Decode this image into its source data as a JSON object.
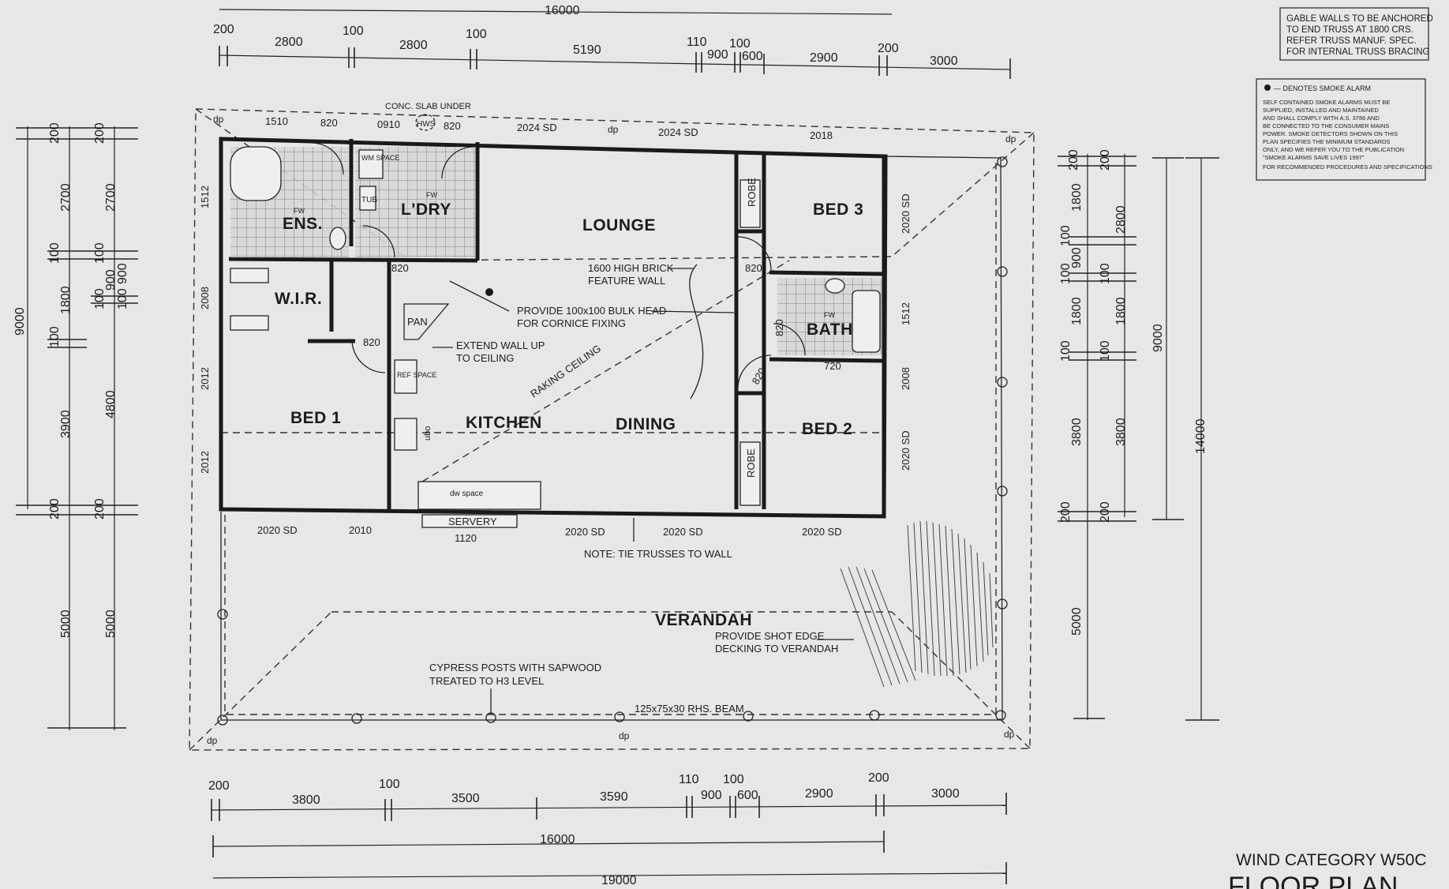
{
  "top_dims": {
    "total": "16000",
    "row2": [
      "200",
      "100",
      "100",
      "110",
      "100",
      "200"
    ],
    "row3": [
      "2800",
      "2800",
      "5190",
      "900",
      "600",
      "2900",
      "3000"
    ]
  },
  "bottom_dims": {
    "row1": [
      "200",
      "100",
      "110",
      "100",
      "200"
    ],
    "row2": [
      "3800",
      "3500",
      "3590",
      "900",
      "600",
      "2900",
      "3000"
    ],
    "total1": "16000",
    "total2": "19000"
  },
  "left_dims": {
    "total": "9000",
    "col1": [
      "200",
      "2700",
      "100",
      "1800",
      "100",
      "3900",
      "200",
      "5000"
    ],
    "col2": [
      "200",
      "2700",
      "100",
      "900",
      "100",
      "4800",
      "200",
      "5000"
    ],
    "col3": [
      "100",
      "900"
    ]
  },
  "right_dims": {
    "col1": [
      "200",
      "1800",
      "100",
      "900",
      "100",
      "1800",
      "100",
      "3800",
      "200",
      "5000"
    ],
    "col2": [
      "200",
      "2800",
      "100",
      "1800",
      "100",
      "3800",
      "200"
    ],
    "h9000": "9000",
    "h14000": "14000"
  },
  "rooms": {
    "ens": "ENS.",
    "ldry": "L'DRY",
    "lounge": "LOUNGE",
    "bed3": "BED 3",
    "wir": "W.I.R.",
    "bath": "BATH",
    "bed1": "BED 1",
    "kitchen": "KITCHEN",
    "dining": "DINING",
    "bed2": "BED 2",
    "verandah": "VERANDAH",
    "pan": "PAN",
    "robe": "ROBE"
  },
  "fixtures": {
    "wm_space": "WM SPACE",
    "tub": "TUB",
    "ref_space": "REF SPACE",
    "dw_space": "dw space",
    "servery": "SERVERY",
    "ubo": "ubo",
    "hws": "HWS",
    "fw": "FW",
    "dp": "dp"
  },
  "openings": {
    "w1510": "1510",
    "w820a": "820",
    "w0910": "0910",
    "w820b": "820",
    "w2024a": "2024 SD",
    "w2024b": "2024 SD",
    "w2018": "2018",
    "w1512a": "1512",
    "w2008a": "2008",
    "w2012a": "2012",
    "w2012b": "2012",
    "w2020sd_r1": "2020 SD",
    "w1512b": "1512",
    "w2008b": "2008",
    "w2020sd_r2": "2020 SD",
    "d820a": "820",
    "d820b": "820",
    "d820c": "820",
    "d820d": "820",
    "d820e": "820",
    "d720": "720",
    "b2020a": "2020 SD",
    "b2010": "2010",
    "b1120": "1120",
    "b2020b": "2020 SD",
    "b2020c": "2020 SD",
    "b2020d": "2020 SD"
  },
  "notes": {
    "slab": "CONC. SLAB UNDER",
    "brick1": "1600 HIGH BRICK",
    "brick2": "FEATURE WALL",
    "bulk1": "PROVIDE 100x100 BULK HEAD",
    "bulk2": "FOR CORNICE FIXING",
    "extend1": "EXTEND WALL UP",
    "extend2": "TO CEILING",
    "raking": "RAKING CEILING",
    "tie": "NOTE: TIE TRUSSES TO WALL",
    "shot1": "PROVIDE SHOT EDGE",
    "shot2": "DECKING TO VERANDAH",
    "cypress1": "CYPRESS POSTS WITH SAPWOOD",
    "cypress2": "TREATED TO H3 LEVEL",
    "beam": "125x75x30 RHS. BEAM"
  },
  "gable_note": [
    "GABLE WALLS TO BE ANCHORED",
    "TO END TRUSS AT 1800 CRS.",
    "REFER TRUSS MANUF. SPEC.",
    "FOR INTERNAL TRUSS BRACING"
  ],
  "smoke_note": {
    "title": "— DENOTES SMOKE ALARM",
    "lines": [
      "SELF CONTAINED SMOKE ALARMS MUST BE",
      "SUPPLIED, INSTALLED AND MAINTAINED",
      "AND SHALL COMPLY WITH A.S. 3786 AND",
      "BE CONNECTED TO THE CONSUMER MAINS",
      "POWER. SMOKE DETECTORS SHOWN ON THIS",
      "PLAN SPECIFIES THE MINIMUM STANDARDS",
      "ONLY, AND WE REFER YOU TO THE PUBLICATION",
      "\"SMOKE ALARMS SAVE LIVES 1997\"",
      "FOR RECOMMENDED PROCEDURES AND SPECIFICATIONS"
    ]
  },
  "title_block": {
    "wind": "WIND CATEGORY W50C",
    "title": "FLOOR PLAN"
  }
}
